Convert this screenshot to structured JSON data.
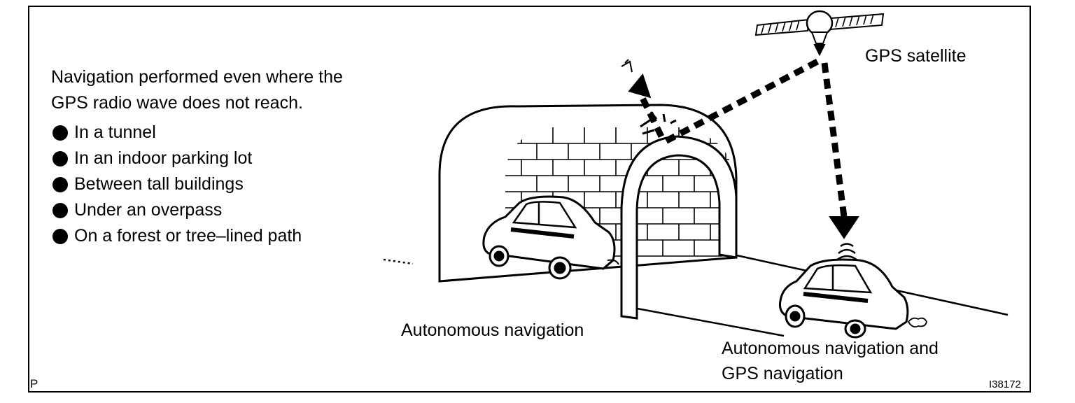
{
  "intro": {
    "line1": "Navigation performed even where the",
    "line2": "GPS radio wave does not reach."
  },
  "conditions": [
    "In a tunnel",
    "In an indoor parking lot",
    "Between tall buildings",
    "Under an overpass",
    "On a forest or tree–lined path"
  ],
  "labels": {
    "satellite": "GPS satellite",
    "autonomous": "Autonomous navigation",
    "combined_line1": "Autonomous navigation and",
    "combined_line2": "GPS navigation"
  },
  "corner": {
    "code": "P",
    "figure_id": "I38172"
  },
  "colors": {
    "ink": "#000000",
    "paper": "#ffffff"
  }
}
